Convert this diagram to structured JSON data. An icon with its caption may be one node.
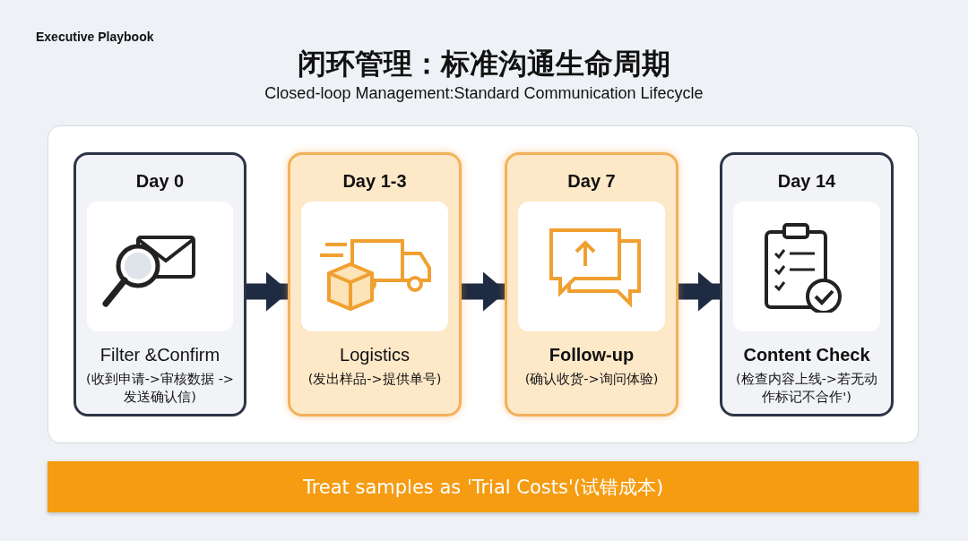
{
  "diagram": {
    "title": "闭环管理：标准沟通生命周期",
    "nodes": [
      {
        "text": [
          "Day 0",
          "Filter &Confirm",
          "(收到申请->审核数据 ->发送确认信)"
        ]
      },
      {
        "text": [
          "Day 1-3",
          "Logistics",
          "(发出样品->提供单号)"
        ]
      },
      {
        "text": [
          "Day 7",
          "Follow-up",
          "(确认收货->询问体验)"
        ]
      },
      {
        "text": [
          "Day 14",
          "Content Check",
          "(检查内容上线->若无动作标记不合作')"
        ]
      },
      {
        "text": [
          "Treat samples as 'Trial Costs'(试错成本)"
        ]
      }
    ],
    "edges": [
      {
        "from": 0,
        "to": 1,
        "arrow": "to"
      },
      {
        "from": 1,
        "to": 2,
        "arrow": "to"
      },
      {
        "from": 2,
        "to": 3,
        "arrow": "to"
      }
    ],
    "labels": [
      "Executive Playbook",
      "Closed-loop Management:Standard Communication Lifecycle"
    ]
  }
}
